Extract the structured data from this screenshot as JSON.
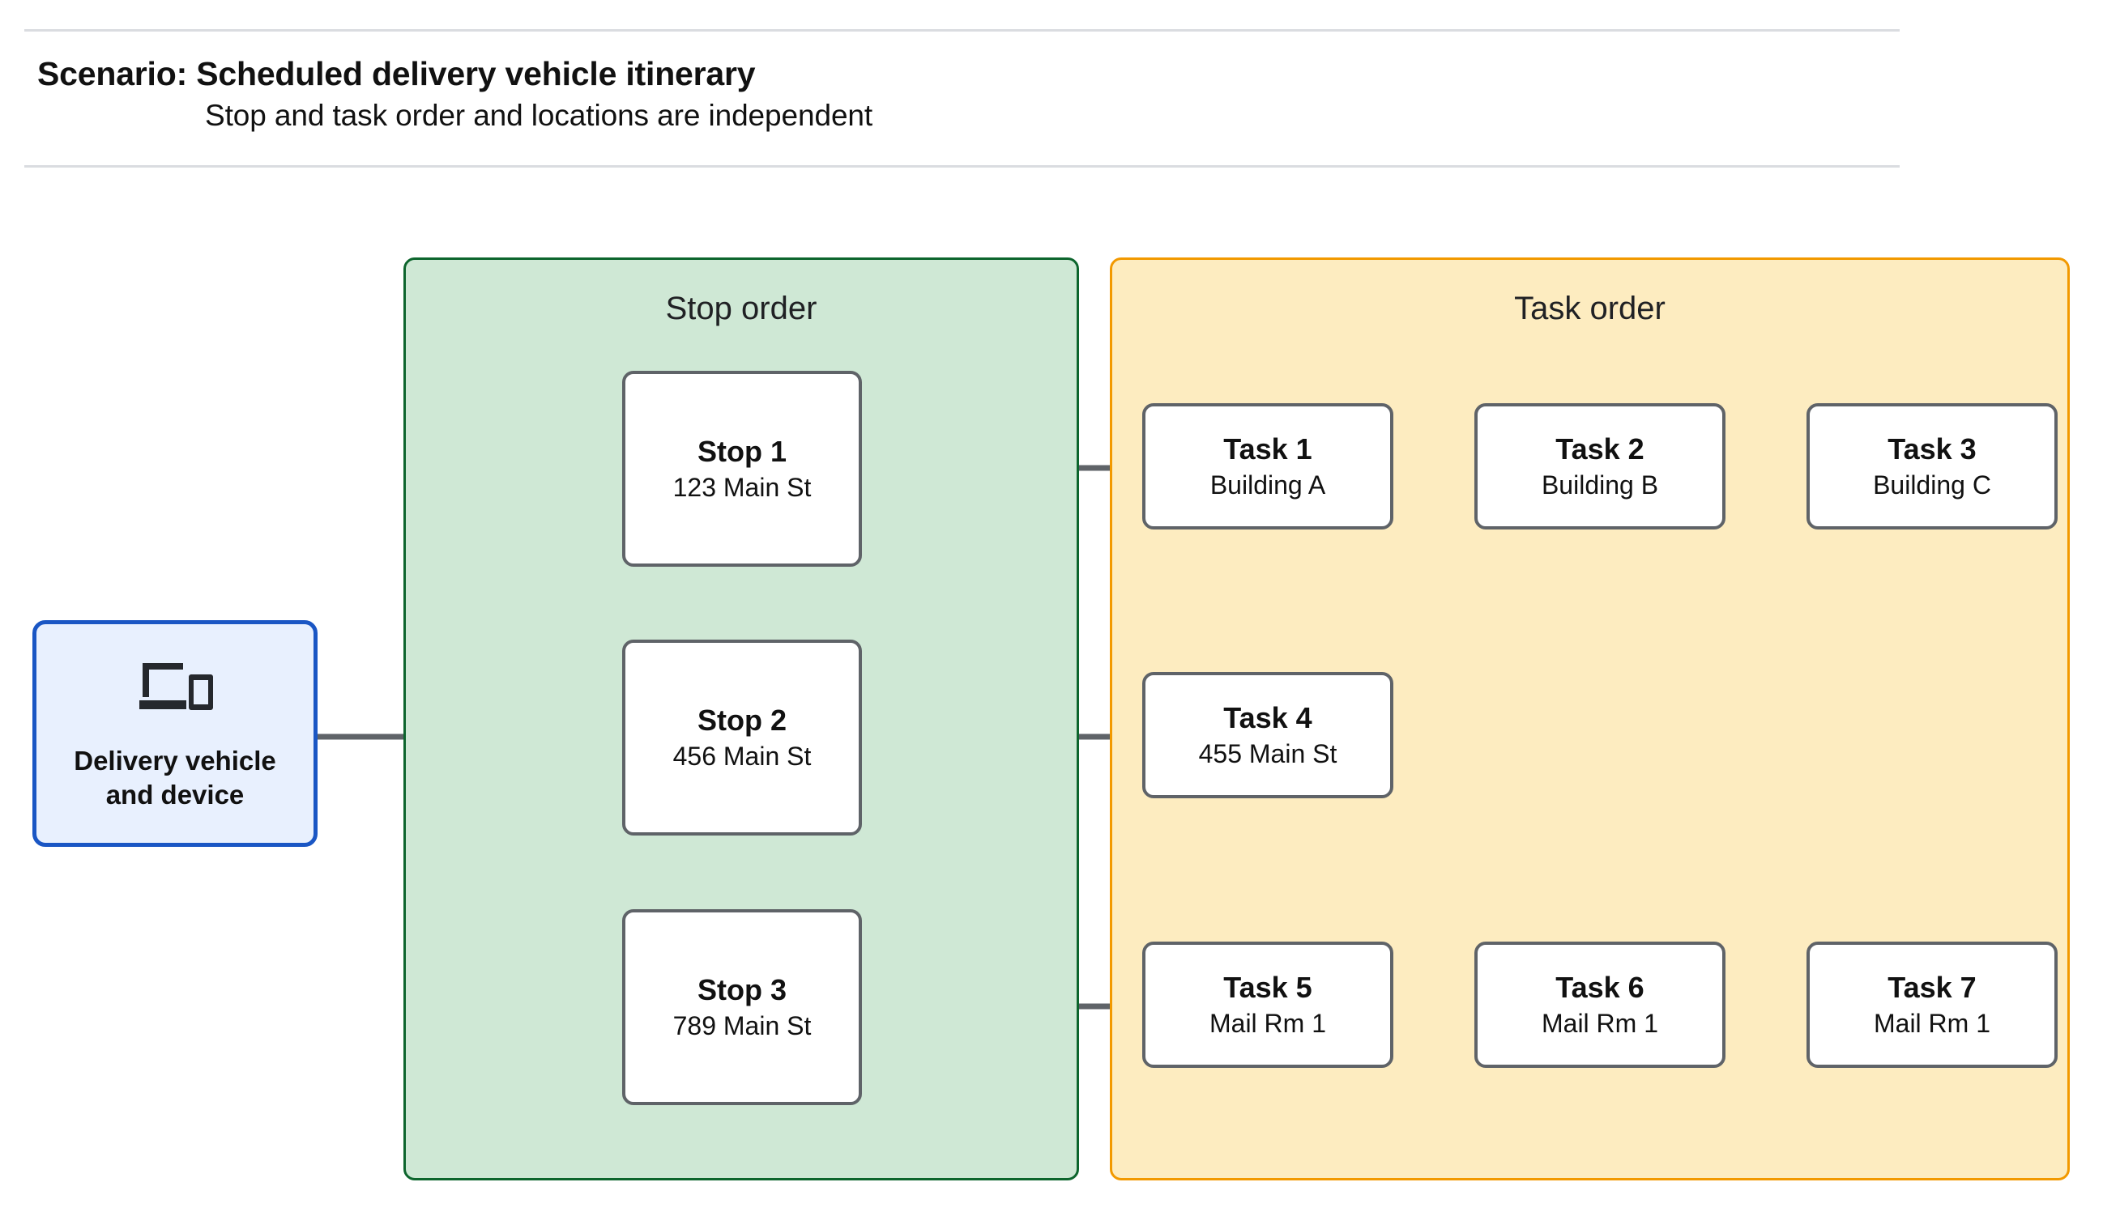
{
  "header": {
    "title": "Scenario: Scheduled delivery vehicle itinerary",
    "subtitle": "Stop and task order and locations are independent"
  },
  "vehicle": {
    "icon": "devices-laptop-phone-icon",
    "label": "Delivery vehicle\nand device"
  },
  "panels": {
    "stop": {
      "title": "Stop order",
      "fill": "#cfe8d5",
      "border": "#0d652d"
    },
    "task": {
      "title": "Task order",
      "fill": "#fdecc0",
      "border": "#f29900"
    }
  },
  "stops": [
    {
      "title": "Stop 1",
      "address": "123 Main St"
    },
    {
      "title": "Stop 2",
      "address": "456 Main St"
    },
    {
      "title": "Stop 3",
      "address": "789 Main St"
    }
  ],
  "tasks": [
    {
      "title": "Task 1",
      "location": "Building A"
    },
    {
      "title": "Task 2",
      "location": "Building B"
    },
    {
      "title": "Task 3",
      "location": "Building C"
    },
    {
      "title": "Task 4",
      "location": "455 Main St"
    },
    {
      "title": "Task 5",
      "location": "Mail Rm 1"
    },
    {
      "title": "Task 6",
      "location": "Mail Rm 1"
    },
    {
      "title": "Task 7",
      "location": "Mail Rm 1"
    }
  ],
  "colors": {
    "connector": "#5f6368",
    "node_border": "#5f6368",
    "vehicle_border": "#1a56c4",
    "vehicle_fill": "#e8f0fe",
    "divider": "#dadce0"
  }
}
